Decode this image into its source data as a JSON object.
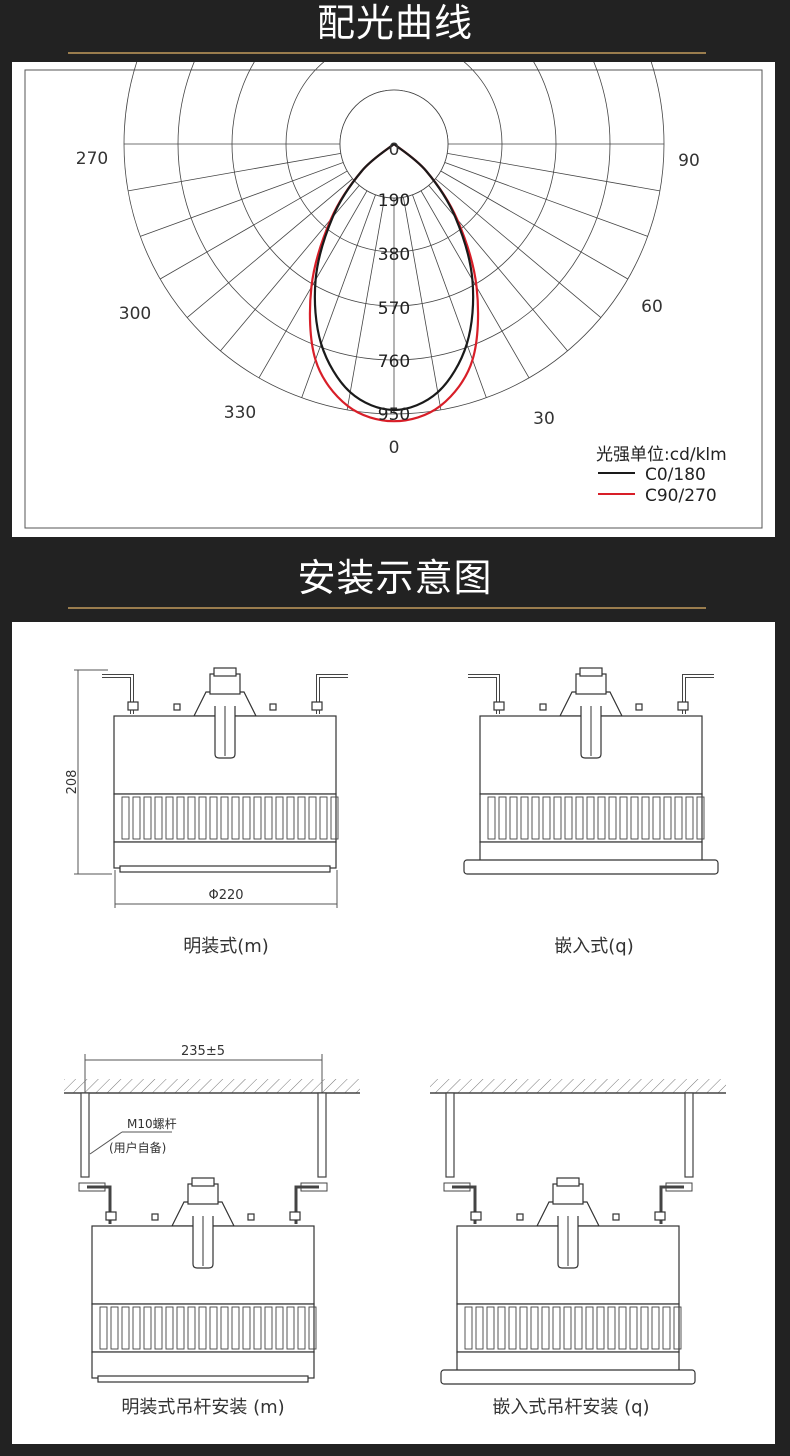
{
  "sections": {
    "light_curve_title": "配光曲线",
    "install_title": "安装示意图"
  },
  "polar": {
    "angles": {
      "a270": "270",
      "a90": "90",
      "a300": "300",
      "a60": "60",
      "a330": "330",
      "a30": "30",
      "a0_top": "0",
      "a0_bottom": "0"
    },
    "rings": [
      "190",
      "380",
      "570",
      "760",
      "950"
    ],
    "legend_title": "光强单位:cd/klm",
    "series": [
      {
        "name": "C0/180",
        "color": "#1a1a1a"
      },
      {
        "name": "C90/270",
        "color": "#d81e28"
      }
    ]
  },
  "chart_data": {
    "type": "polar",
    "unit": "光强单位:cd/klm",
    "rlim": [
      0,
      950
    ],
    "radial_ticks": [
      190,
      380,
      570,
      760,
      950
    ],
    "angle_ticks": [
      "0",
      "30",
      "60",
      "90",
      "270",
      "300",
      "330"
    ],
    "series": [
      {
        "name": "C0/180",
        "theta_deg": [
          0,
          10,
          20,
          30,
          40,
          50,
          60
        ],
        "values": [
          950,
          900,
          760,
          560,
          340,
          150,
          0
        ]
      },
      {
        "name": "C90/270",
        "theta_deg": [
          0,
          10,
          20,
          30,
          40,
          50,
          60
        ],
        "values": [
          990,
          950,
          820,
          590,
          350,
          150,
          0
        ]
      }
    ]
  },
  "drawings": {
    "dim_height": "208",
    "dim_diameter": "Φ220",
    "dim_span": "235±5",
    "rod_label_1": "M10螺杆",
    "rod_label_2": "(用户自备)",
    "cap_surface": "明装式(m)",
    "cap_recessed": "嵌入式(q)",
    "cap_surface_rod": "明装式吊杆安装 (m)",
    "cap_recessed_rod": "嵌入式吊杆安装 (q)"
  }
}
